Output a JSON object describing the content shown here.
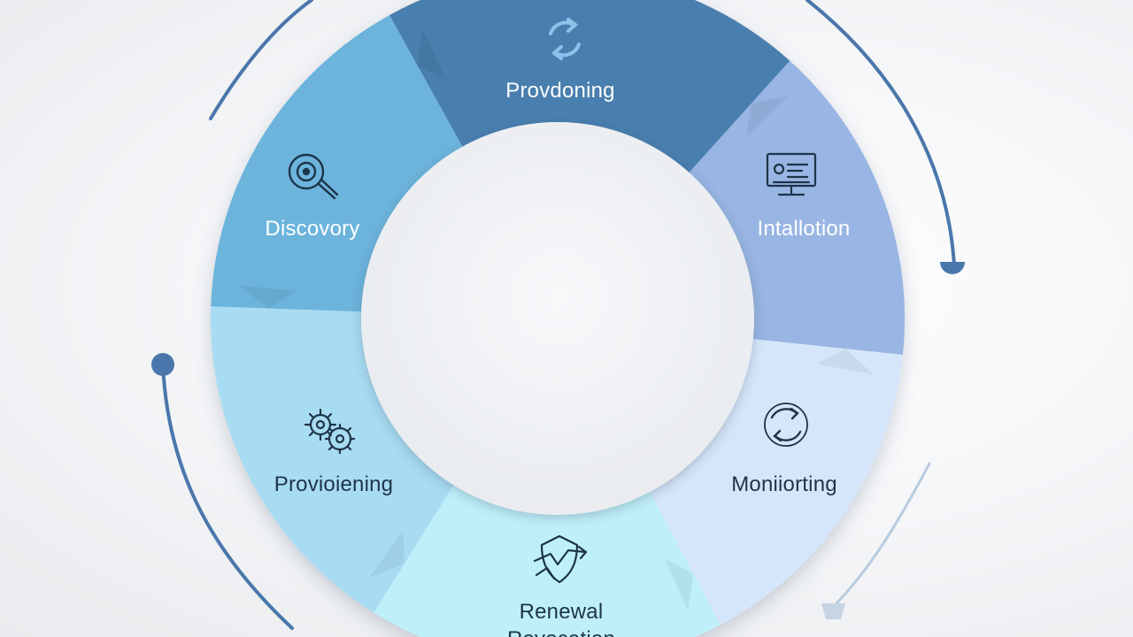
{
  "diagram": {
    "segments": [
      {
        "id": "top",
        "label": "Provdoning",
        "icon": "cycle-icon",
        "color": "#4a7fae",
        "label_color": "#ffffff"
      },
      {
        "id": "right-top",
        "label": "Intallotion",
        "icon": "monitor-icon",
        "color": "#98b5e3",
        "label_color": "#ffffff"
      },
      {
        "id": "right-bottom",
        "label": "Moniiorting",
        "icon": "refresh-circle-icon",
        "color": "#d6e6fa",
        "label_color": "#1e3448"
      },
      {
        "id": "bottom",
        "label": "Renewal",
        "label_line2": "Revocation",
        "icon": "shield-icon",
        "color": "#bff0fa",
        "label_color": "#1e3448"
      },
      {
        "id": "left-bottom",
        "label": "Provioiening",
        "icon": "gears-icon",
        "color": "#a8dcf3",
        "label_color": "#1e3448"
      },
      {
        "id": "left-top",
        "label": "Discovory",
        "icon": "magnifier-icon",
        "color": "#6cb4dc",
        "label_color": "#ffffff"
      }
    ],
    "arrow_color": "#4a77ab",
    "arrow_faded_color": "#b9cbe0"
  }
}
